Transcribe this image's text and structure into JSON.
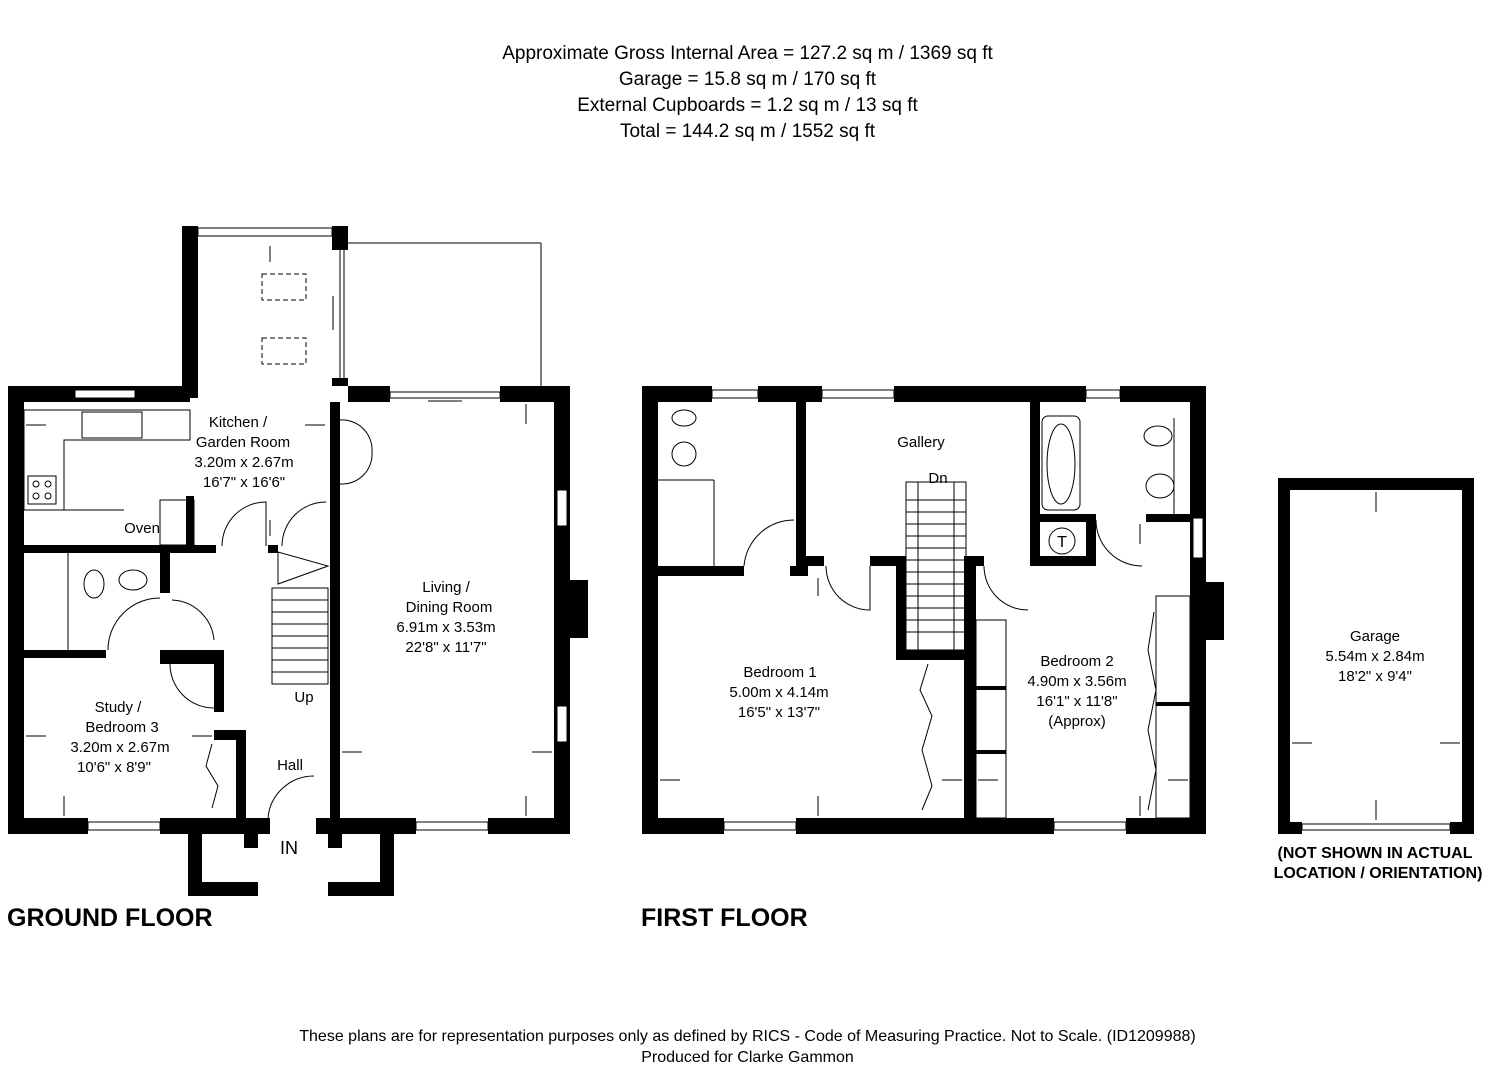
{
  "header": {
    "lines": [
      "Approximate Gross Internal Area = 127.2 sq m / 1369 sq ft",
      "Garage = 15.8 sq m / 170 sq ft",
      "External Cupboards = 1.2 sq m / 13 sq ft",
      "Total = 144.2 sq m / 1552 sq ft"
    ]
  },
  "ground_floor": {
    "title": "GROUND FLOOR",
    "kitchen": [
      "Kitchen /",
      "Garden Room",
      "3.20m x 2.67m",
      "16'7\" x 16'6\""
    ],
    "oven": "Oven",
    "living": [
      "Living /",
      "Dining Room",
      "6.91m x 3.53m",
      "22'8\" x 11'7\""
    ],
    "study": [
      "Study /",
      "Bedroom 3",
      "3.20m x 2.67m",
      "10'6\" x 8'9\""
    ],
    "up": "Up",
    "hall": "Hall",
    "entrance": "IN"
  },
  "first_floor": {
    "title": "FIRST FLOOR",
    "gallery": "Gallery",
    "dn": "Dn",
    "tank": "T",
    "bedroom1": [
      "Bedroom 1",
      "5.00m x 4.14m",
      "16'5\" x 13'7\""
    ],
    "bedroom2": [
      "Bedroom 2",
      "4.90m x 3.56m",
      "16'1\" x 11'8\"",
      "(Approx)"
    ]
  },
  "garage": {
    "label": [
      "Garage",
      "5.54m x 2.84m",
      "18'2\" x 9'4\""
    ],
    "note": [
      "(NOT SHOWN IN ACTUAL",
      "LOCATION / ORIENTATION)"
    ]
  },
  "footer": {
    "line1": "These plans are for representation purposes only as defined by RICS - Code of Measuring Practice. Not to Scale. (ID1209988)",
    "line2": "Produced for Clarke Gammon"
  }
}
